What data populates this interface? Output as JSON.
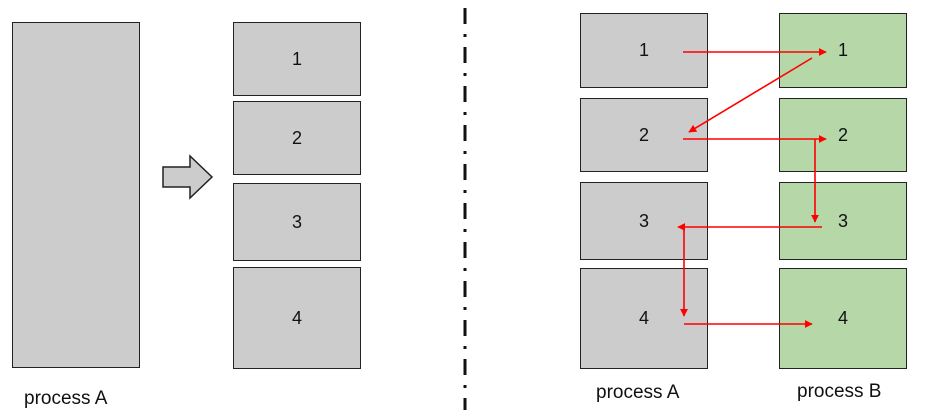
{
  "left_panel": {
    "process_label": "process A",
    "chunks": [
      "1",
      "2",
      "3",
      "4"
    ]
  },
  "right_panel": {
    "process_a_label": "process A",
    "process_b_label": "process B",
    "process_a_chunks": [
      "1",
      "2",
      "3",
      "4"
    ],
    "process_b_chunks": [
      "1",
      "2",
      "3",
      "4"
    ]
  },
  "colors": {
    "gray_box": "#cccccc",
    "green_box": "#b6d7a8",
    "border": "#222222",
    "arrow_red": "#ff0000",
    "divider": "#111111"
  }
}
